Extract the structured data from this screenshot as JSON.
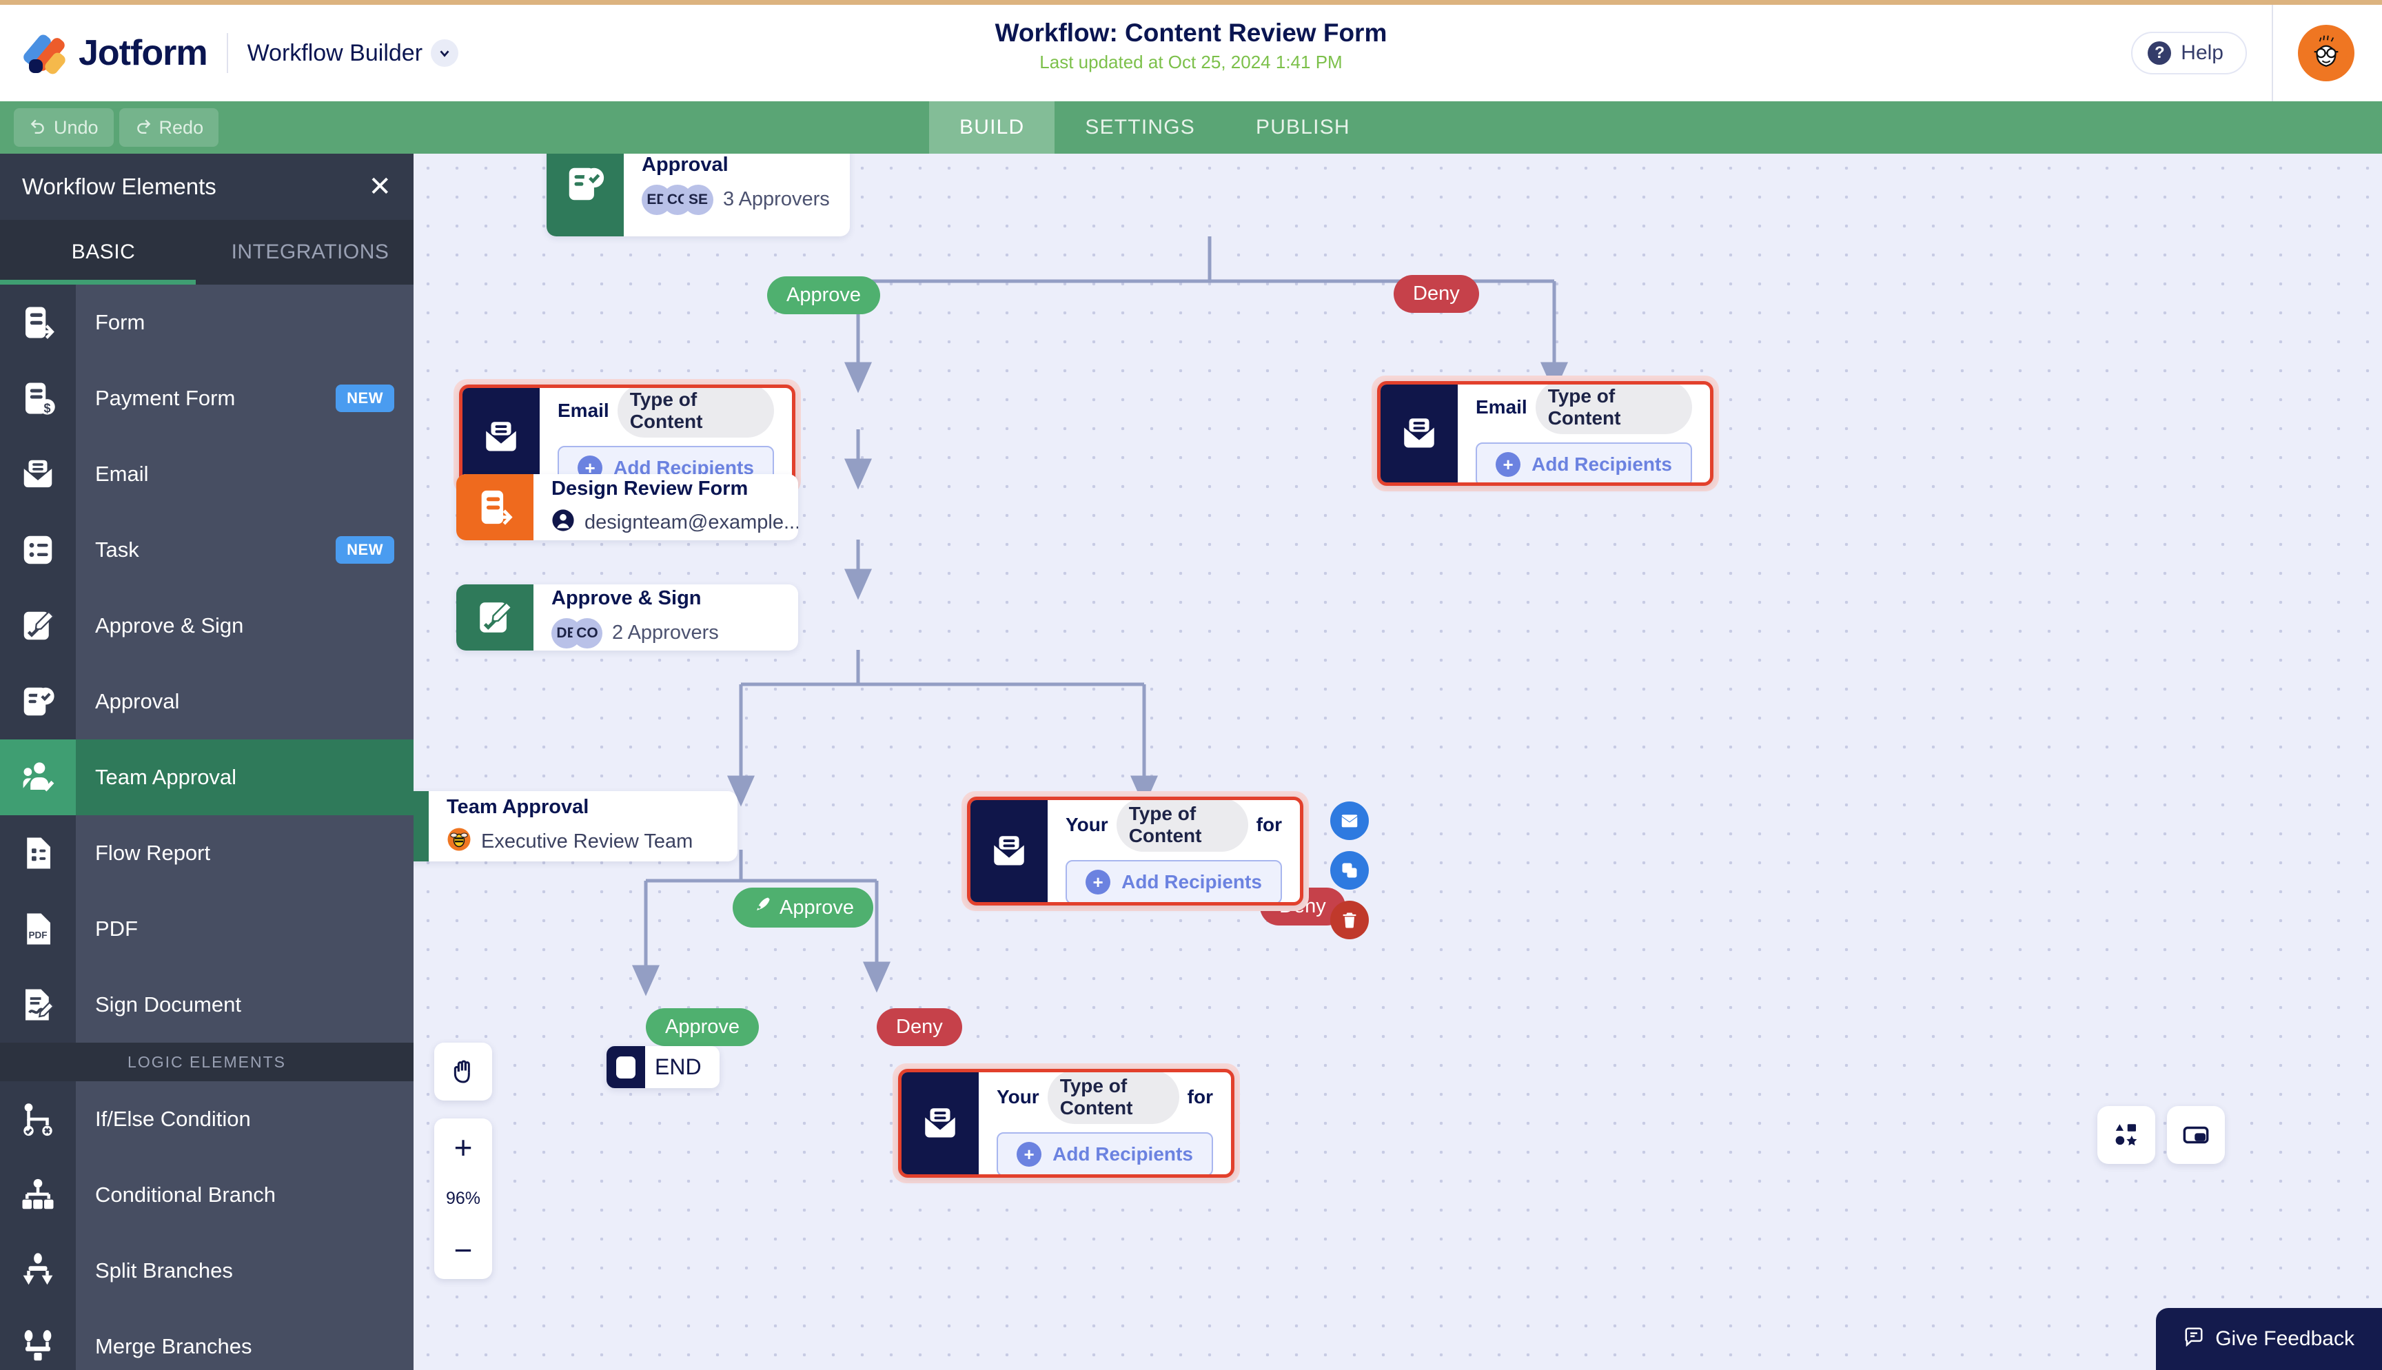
{
  "header": {
    "brand": "Jotform",
    "product": "Workflow Builder",
    "title": "Workflow: Content Review Form",
    "subtitle": "Last updated at Oct 25, 2024 1:41 PM",
    "help_label": "Help",
    "help_icon": "question-mark-icon",
    "chevron_icon": "chevron-down-icon",
    "avatar_icon": "user-avatar",
    "accent_top_border": "#dcb37f"
  },
  "toolbar": {
    "undo_label": "Undo",
    "redo_label": "Redo",
    "undo_icon": "undo-arrow-icon",
    "redo_icon": "redo-arrow-icon",
    "tabs": [
      {
        "label": "BUILD",
        "active": true
      },
      {
        "label": "SETTINGS",
        "active": false
      },
      {
        "label": "PUBLISH",
        "active": false
      }
    ],
    "bar_color": "#5aa575",
    "active_tab_color": "#83bd97"
  },
  "sidebar": {
    "title": "Workflow Elements",
    "close_icon": "close-icon",
    "tabs": [
      {
        "label": "BASIC",
        "active": true
      },
      {
        "label": "INTEGRATIONS",
        "active": false
      }
    ],
    "section_label": "LOGIC ELEMENTS",
    "highlight_color": "#3f9e72",
    "items": [
      {
        "label": "Form",
        "icon": "form-icon",
        "badge": ""
      },
      {
        "label": "Payment Form",
        "icon": "payment-form-icon",
        "badge": "NEW"
      },
      {
        "label": "Email",
        "icon": "email-icon",
        "badge": ""
      },
      {
        "label": "Task",
        "icon": "task-checklist-icon",
        "badge": "NEW"
      },
      {
        "label": "Approve & Sign",
        "icon": "approve-sign-icon",
        "badge": ""
      },
      {
        "label": "Approval",
        "icon": "approval-icon",
        "badge": ""
      },
      {
        "label": "Team Approval",
        "icon": "team-approval-icon",
        "badge": "",
        "active": true
      },
      {
        "label": "Flow Report",
        "icon": "flow-report-icon",
        "badge": ""
      },
      {
        "label": "PDF",
        "icon": "pdf-icon",
        "badge": ""
      },
      {
        "label": "Sign Document",
        "icon": "sign-document-icon",
        "badge": ""
      }
    ],
    "logic_items": [
      {
        "label": "If/Else Condition",
        "icon": "if-else-condition-icon"
      },
      {
        "label": "Conditional Branch",
        "icon": "conditional-branch-icon"
      },
      {
        "label": "Split Branches",
        "icon": "split-branches-icon"
      },
      {
        "label": "Merge Branches",
        "icon": "merge-branches-icon"
      }
    ]
  },
  "canvas": {
    "nodes": {
      "approval_top": {
        "title": "Approval",
        "approvers_text": "3 Approvers",
        "avatars": [
          "ED",
          "CC",
          "SE"
        ],
        "icon": "approval-icon",
        "accent": "#2f7a5a"
      },
      "email_approve": {
        "prefix": "Email",
        "chip": "Type of Content",
        "add_recipients": "Add Recipients",
        "icon": "email-icon",
        "accent": "#10164a",
        "selected": true
      },
      "email_deny": {
        "prefix": "Email",
        "chip": "Type of Content",
        "add_recipients": "Add Recipients",
        "icon": "email-icon",
        "accent": "#10164a",
        "selected": true
      },
      "design_review_form": {
        "title": "Design Review Form",
        "subtitle": "designteam@example...",
        "icon": "form-icon",
        "avatar_icon": "person-icon",
        "accent": "#ef6a1e"
      },
      "approve_sign": {
        "title": "Approve & Sign",
        "approvers_text": "2 Approvers",
        "avatars": [
          "DE",
          "CO"
        ],
        "icon": "approve-sign-icon",
        "accent": "#2f7a5a"
      },
      "team_approval": {
        "title": "Team Approval",
        "subtitle": "Executive Review Team",
        "icon": "team-approval-icon",
        "avatar_icon": "bee-icon",
        "accent": "#2f7a5a"
      },
      "email_selected": {
        "prefix": "Your",
        "chip": "Type of Content",
        "suffix": "for",
        "add_recipients": "Add Recipients",
        "icon": "email-icon",
        "accent": "#10164a",
        "selected": true
      },
      "email_bottom": {
        "prefix": "Your",
        "chip": "Type of Content",
        "suffix": "for",
        "add_recipients": "Add Recipients",
        "icon": "email-icon",
        "accent": "#10164a",
        "selected": true
      },
      "end_node": {
        "label": "END",
        "icon": "stop-square-icon"
      }
    },
    "labels": {
      "approve": "Approve",
      "deny": "Deny",
      "approve_color": "#4fb06f",
      "deny_color": "#c6414a",
      "approve_sign_icon": "pen-nib-icon"
    },
    "node_actions": [
      {
        "name": "email-action",
        "icon": "envelope-icon",
        "color": "#2e7ae0"
      },
      {
        "name": "duplicate-action",
        "icon": "copy-icon",
        "color": "#2e7ae0"
      },
      {
        "name": "delete-action",
        "icon": "trash-icon",
        "color": "#c0392b"
      }
    ],
    "controls": {
      "pan_icon": "hand-pan-icon",
      "zoom_in": "+",
      "zoom_out": "−",
      "zoom_level": "96%",
      "shapes_icon": "shapes-icon",
      "minimap_icon": "minimap-icon"
    },
    "feedback_label": "Give Feedback",
    "feedback_icon": "feedback-icon",
    "pointer_arrow_color": "#ef6a1e"
  }
}
